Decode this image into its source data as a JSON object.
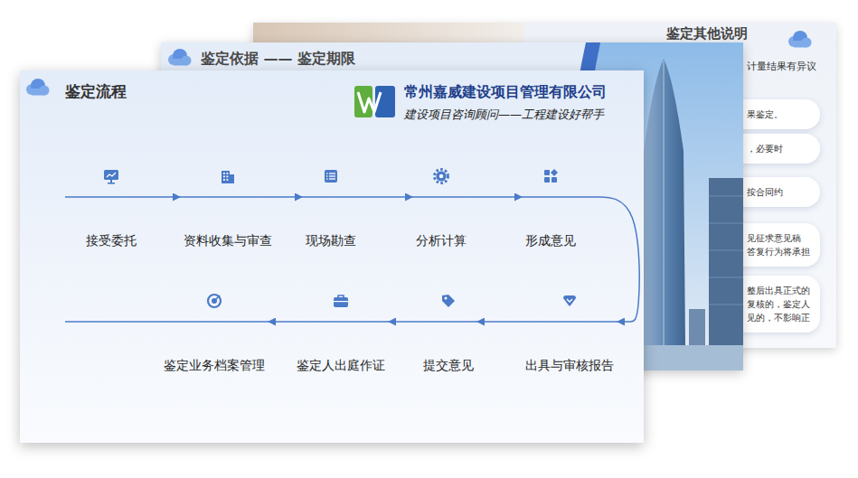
{
  "diagram": {
    "nodes": [
      {
        "text": [
          "鉴定流程"
        ]
      },
      {
        "text": [
          "接受委托"
        ],
        "in": 0
      },
      {
        "text": [
          "资料收集与审查"
        ],
        "in": 0
      },
      {
        "text": [
          "现场勘查"
        ],
        "in": 0
      },
      {
        "text": [
          "分析计算"
        ],
        "in": 0
      },
      {
        "text": [
          "形成意见"
        ],
        "in": 0
      },
      {
        "text": [
          "出具与审核报告"
        ],
        "in": 0
      },
      {
        "text": [
          "提交意见"
        ],
        "in": 0
      },
      {
        "text": [
          "鉴定人出庭作证"
        ],
        "in": 0
      },
      {
        "text": [
          "鉴定业务档案管理"
        ],
        "in": 0
      },
      {
        "text": [
          "鉴定依据 —— 鉴定期限"
        ]
      },
      {
        "text": [
          "鉴定其他说明"
        ]
      },
      {
        "text": [
          "果鉴定。"
        ],
        "in": 11
      },
      {
        "text": [
          "，必要时"
        ],
        "in": 11
      },
      {
        "text": [
          "按合同约"
        ],
        "in": 11
      },
      {
        "text": [
          "见征求意见稿 答复行为将承担"
        ],
        "in": 11
      },
      {
        "text": [
          "整后出具正式的 复核的，鉴定人 见的，不影响正"
        ],
        "in": 11
      }
    ],
    "edges": [
      {
        "from": 1,
        "to": 2,
        "arrow": "to"
      },
      {
        "from": 2,
        "to": 3,
        "arrow": "to"
      },
      {
        "from": 3,
        "to": 4,
        "arrow": "to"
      },
      {
        "from": 4,
        "to": 5,
        "arrow": "to"
      },
      {
        "from": 5,
        "to": 6,
        "arrow": "to"
      },
      {
        "from": 6,
        "to": 7,
        "arrow": "to"
      },
      {
        "from": 7,
        "to": 8,
        "arrow": "to"
      },
      {
        "from": 8,
        "to": 9,
        "arrow": "to"
      }
    ],
    "labels": [
      "常州嘉威建设项目管理有限公司",
      "建设项目咨询顾问——工程建设好帮手",
      "计量结果有异议"
    ]
  }
}
